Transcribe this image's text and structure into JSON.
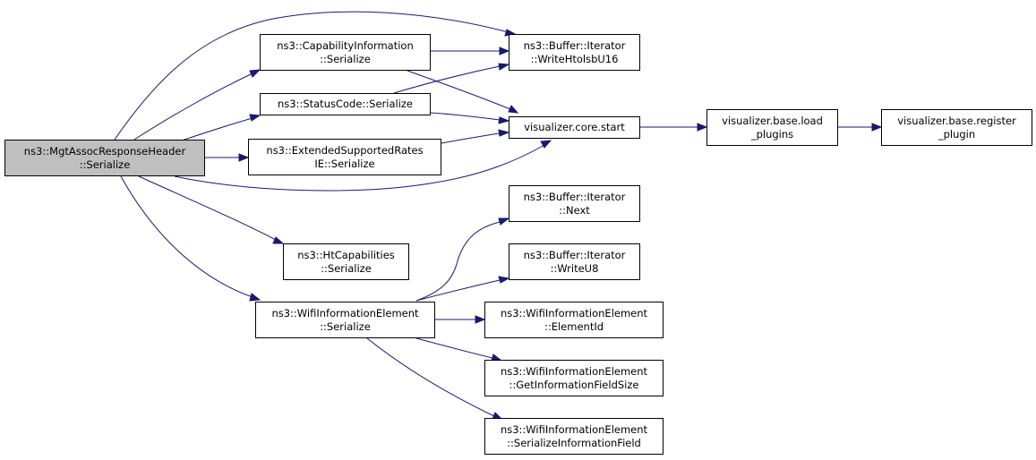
{
  "colors": {
    "edge": "#191970",
    "root_fill": "#bfbfbf",
    "node_fill": "#ffffff",
    "border": "#000000"
  },
  "nodes": {
    "mgt": [
      "ns3::MgtAssocResponseHeader",
      "::Serialize"
    ],
    "cap": [
      "ns3::CapabilityInformation",
      "::Serialize"
    ],
    "status": [
      "ns3::StatusCode::Serialize"
    ],
    "ext": [
      "ns3::ExtendedSupportedRates",
      "IE::Serialize"
    ],
    "ht": [
      "ns3::HtCapabilities",
      "::Serialize"
    ],
    "wifi": [
      "ns3::WifiInformationElement",
      "::Serialize"
    ],
    "wh16": [
      "ns3::Buffer::Iterator",
      "::WriteHtolsbU16"
    ],
    "vcs": [
      "visualizer.core.start"
    ],
    "vbl": [
      "visualizer.base.load",
      "_plugins"
    ],
    "vbr": [
      "visualizer.base.register",
      "_plugin"
    ],
    "next": [
      "ns3::Buffer::Iterator",
      "::Next"
    ],
    "wu8": [
      "ns3::Buffer::Iterator",
      "::WriteU8"
    ],
    "eid": [
      "ns3::WifiInformationElement",
      "::ElementId"
    ],
    "gifs": [
      "ns3::WifiInformationElement",
      "::GetInformationFieldSize"
    ],
    "sif": [
      "ns3::WifiInformationElement",
      "::SerializeInformationField"
    ]
  }
}
